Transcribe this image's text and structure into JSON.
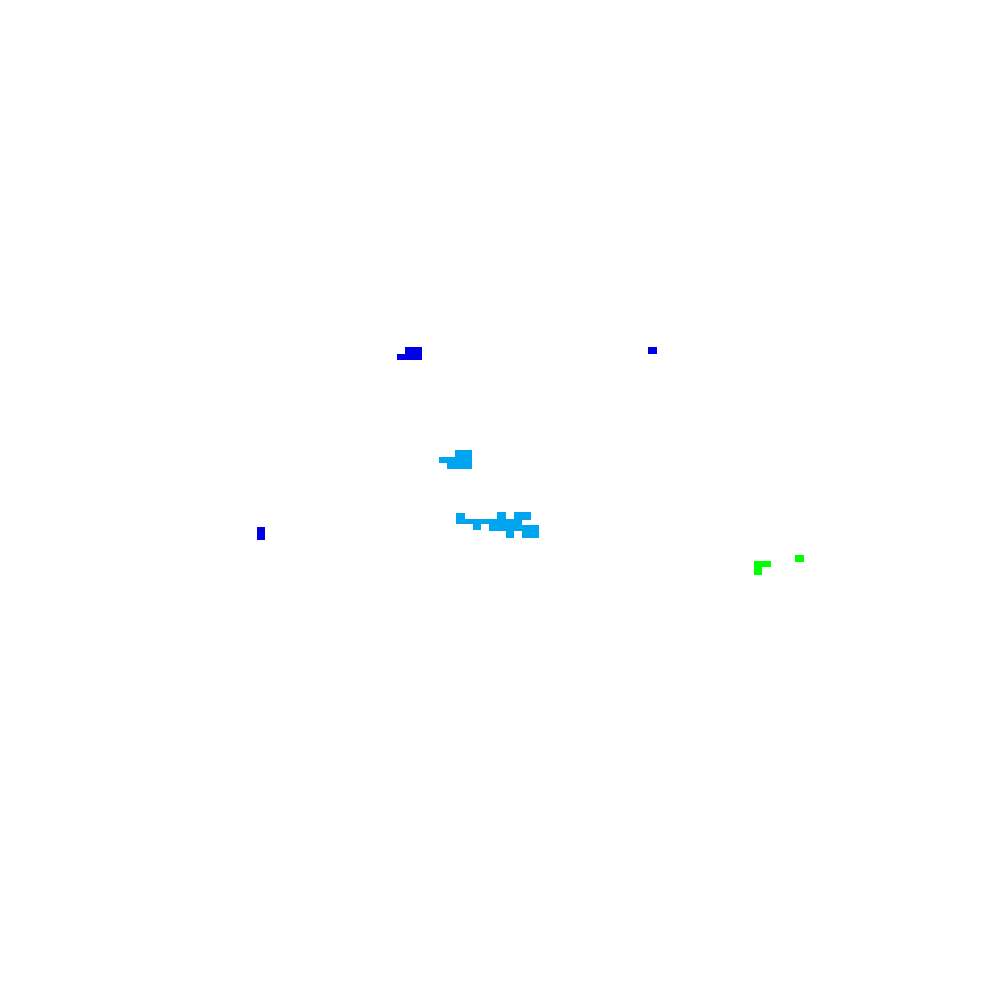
{
  "background": "#ffffff",
  "palette": {
    "blue": "#0000e6",
    "light_blue": "#00a5f0",
    "green": "#00ff00"
  },
  "groups": [
    {
      "name": "blue-cluster-top-left",
      "color_key": "blue"
    },
    {
      "name": "blue-dot-top-right",
      "color_key": "blue"
    },
    {
      "name": "light-blue-cluster-upper",
      "color_key": "light_blue"
    },
    {
      "name": "light-blue-cluster-lower",
      "color_key": "light_blue"
    },
    {
      "name": "blue-dot-left",
      "color_key": "blue"
    },
    {
      "name": "green-cluster-right",
      "color_key": "green"
    }
  ]
}
